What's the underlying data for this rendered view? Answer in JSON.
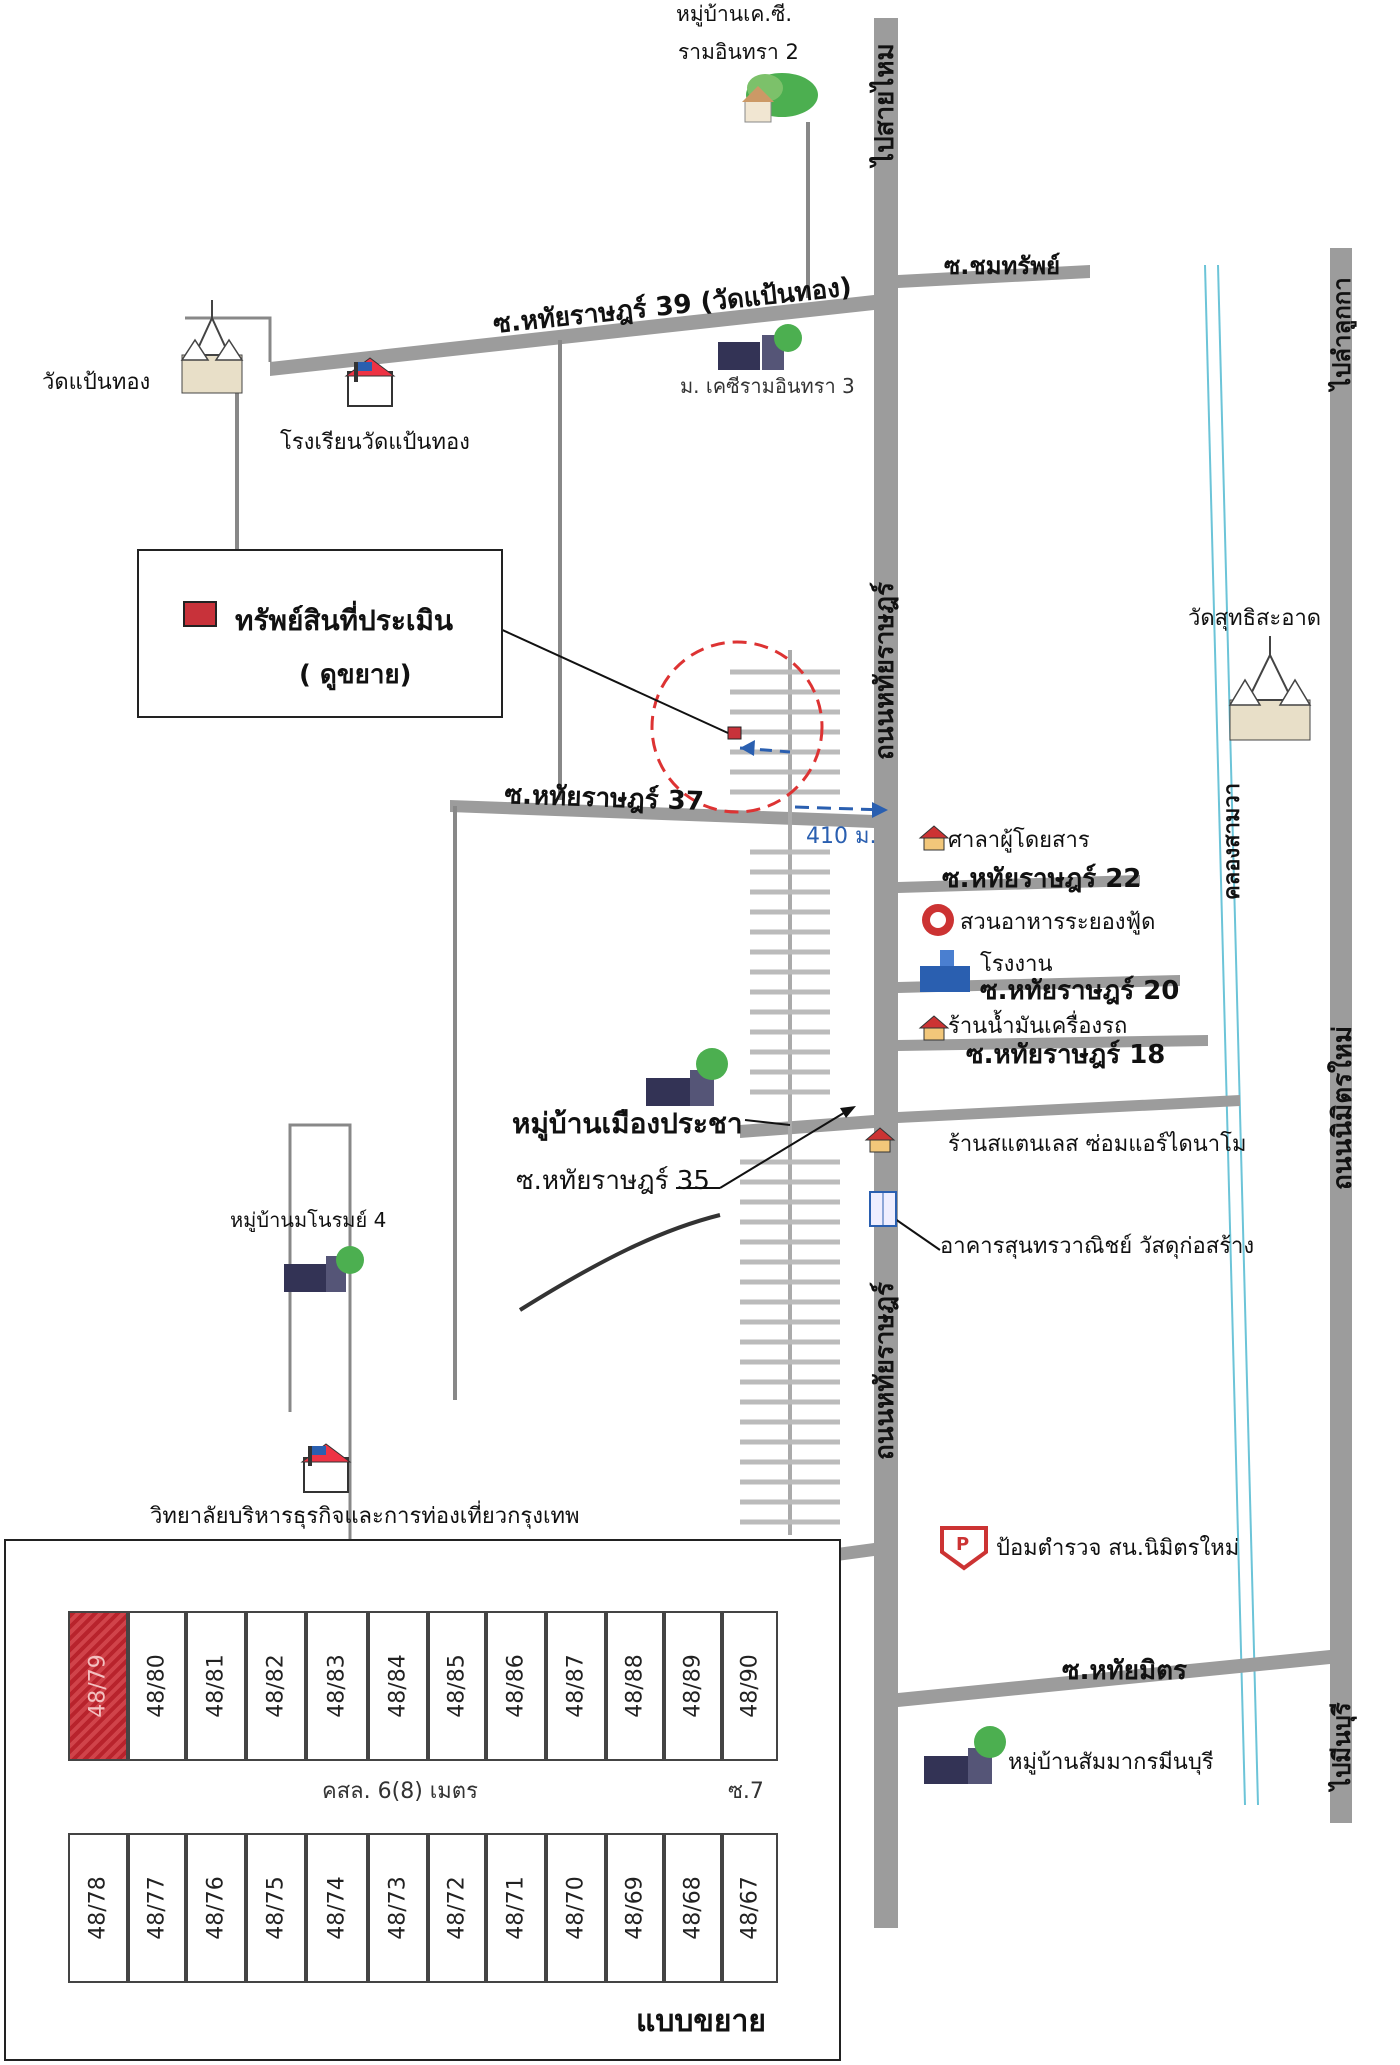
{
  "map": {
    "roads": {
      "soi_39": "ซ.หทัยราษฎร์ 39 (วัดแป้นทอง)",
      "soi_chomsap": "ซ.ชมทรัพย์",
      "soi_37": "ซ.หทัยราษฎร์ 37",
      "soi_22": "ซ.หทัยราษฎร์ 22",
      "soi_20": "ซ.หทัยราษฎร์ 20",
      "soi_18": "ซ.หทัยราษฎร์ 18",
      "soi_35": "ซ.หทัยราษฎร์ 35",
      "soi_hathaimit": "ซ.หทัยมิตร",
      "main_road_upper": "ถนนหทัยราษฎร์",
      "main_road_lower": "ถนนหทัยราษฎร์",
      "to_sai_mai": "ไปสายไหม",
      "to_lam_luk_ka": "ไปลำลูกกา",
      "to_min_buri": "ไปมีนบุรี",
      "nimit_mai_road": "ถนนนิมิตรใหม่",
      "canal": "คลองสามวา"
    },
    "places": {
      "kc_village_2_line1": "หมู่บ้านเค.ซี.",
      "kc_village_2_line2": "รามอินทรา 2",
      "kc_village_3": "ม. เคซีรามอินทรา 3",
      "wat_paen_thong": "วัดแป้นทอง",
      "wat_school": "โรงเรียนวัดแป้นทอง",
      "wat_sutthi": "วัดสุทธิสะอาด",
      "bus_shelter": "ศาลาผู้โดยสาร",
      "restaurant": "สวนอาหารระยองฟู้ด",
      "factory": "โรงงาน",
      "auto_shop": "ร้านน้ำมันเครื่องรถ",
      "mueang_pracha": "หมู่บ้านเมืองประชา",
      "stainless_shop": "ร้านสแตนเลส ซ่อมแอร์ไดนาโม",
      "sunthon_bldg": "อาคารสุนทรวาณิชย์ วัสดุก่อสร้าง",
      "manorom_4": "หมู่บ้านมโนรมย์ 4",
      "college": "วิทยาลัยบริหารธุรกิจและการท่องเที่ยวกรุงเทพ",
      "police_box": "ป้อมตำรวจ สน.นิมิตรใหม่",
      "police_letter": "P",
      "sammakorn": "หมู่บ้านสัมมากรมีนบุรี"
    },
    "distance": "410 ม.",
    "legend": {
      "label": "ทรัพย์สินที่ประเมิน",
      "sub": "( ดูขยาย)",
      "color": "#c8323a"
    }
  },
  "inset": {
    "top_plots": [
      "48/79",
      "48/80",
      "48/81",
      "48/82",
      "48/83",
      "48/84",
      "48/85",
      "48/86",
      "48/87",
      "48/88",
      "48/89",
      "48/90"
    ],
    "bottom_plots": [
      "48/78",
      "48/77",
      "48/76",
      "48/75",
      "48/74",
      "48/73",
      "48/72",
      "48/71",
      "48/70",
      "48/69",
      "48/68",
      "48/67"
    ],
    "highlighted": "48/79",
    "lane": "คสล. 6(8) เมตร",
    "soi": "ซ.7",
    "title": "แบบขยาย"
  },
  "colors": {
    "road": "#9c9c9c",
    "canal": "#6cc4d8",
    "red": "#c8323a",
    "blue": "#2a5fb0"
  }
}
